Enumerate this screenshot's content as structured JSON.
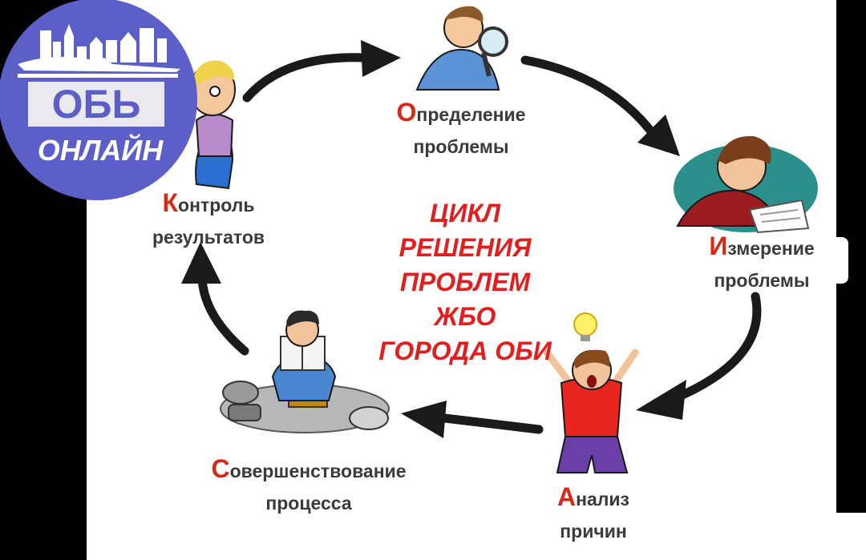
{
  "diagram": {
    "title_lines": [
      "ЦИКЛ",
      "РЕШЕНИЯ",
      "ПРОБЛЕМ",
      "ЖБО",
      "ГОРОДА ОБИ"
    ],
    "steps": [
      {
        "initial": "О",
        "line1": "пределение",
        "line2": "проблемы"
      },
      {
        "initial": "И",
        "line1": "змерение",
        "line2": "проблемы"
      },
      {
        "initial": "А",
        "line1": "нализ",
        "line2": "причин"
      },
      {
        "initial": "С",
        "line1": "овершенствование",
        "line2": "процесса"
      },
      {
        "initial": "К",
        "line1": "онтроль",
        "line2": "результатов"
      }
    ]
  },
  "logo": {
    "line1": "ОБЬ",
    "line2": "ОНЛАЙН"
  },
  "colors": {
    "accent_red": "#d62a17",
    "title_red": "#e31e1e",
    "label_gray": "#3a3a3a",
    "logo_blue": "#5b5fc7"
  }
}
